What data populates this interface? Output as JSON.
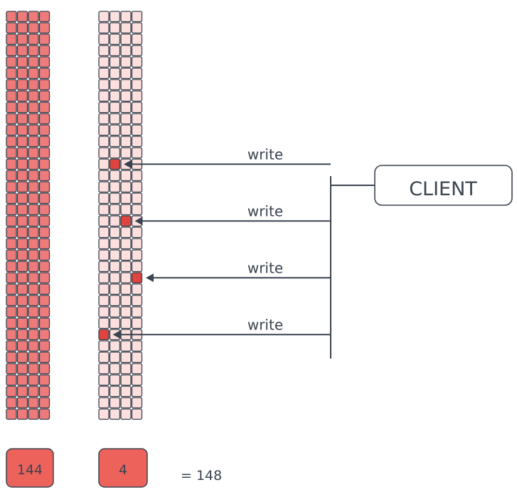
{
  "left_column": {
    "total_label": "144",
    "cell_state": "filled",
    "columns": 4,
    "rows": 36
  },
  "right_column": {
    "total_label": "4",
    "cell_state": "mostly-empty",
    "columns": 4,
    "rows": 36,
    "written_cells": [
      {
        "row": 13,
        "col": 1
      },
      {
        "row": 18,
        "col": 2
      },
      {
        "row": 23,
        "col": 3
      },
      {
        "row": 28,
        "col": 0
      }
    ]
  },
  "sum_label": "= 148",
  "client": {
    "label": "CLIENT"
  },
  "arrows": [
    {
      "label": "write"
    },
    {
      "label": "write"
    },
    {
      "label": "write"
    },
    {
      "label": "write"
    }
  ],
  "colors": {
    "filled_cell": "#ee7a7a",
    "empty_cell": "#fde0de",
    "written_cell": "#e0443f",
    "footer": "#ee625c",
    "stroke": "#3a4450"
  }
}
